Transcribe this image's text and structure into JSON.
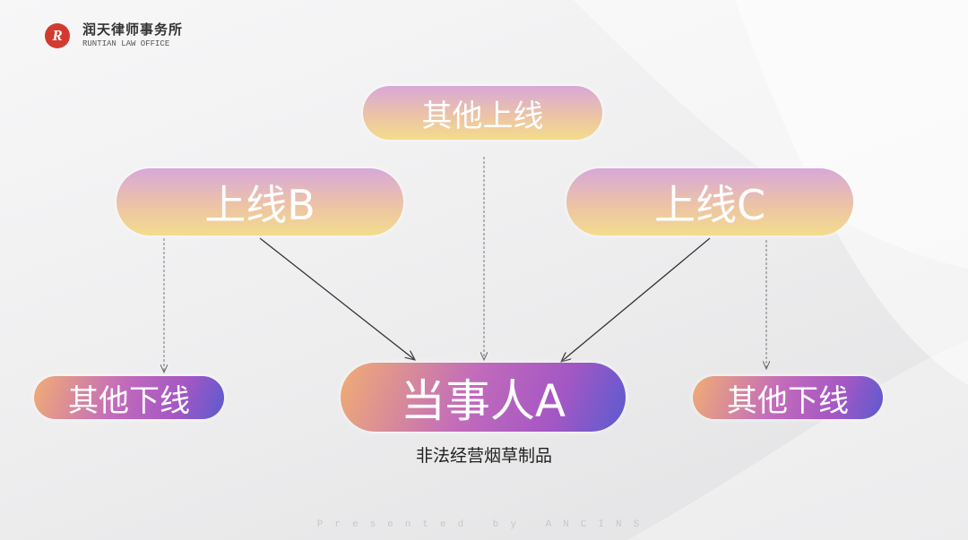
{
  "logo": {
    "name_cn": "润天律师事务所",
    "name_en": "RUNTIAN LAW OFFICE",
    "mark": "R"
  },
  "nodes": {
    "other_upline": "其他上线",
    "upline_b": "上线B",
    "upline_c": "上线C",
    "party_a": "当事人A",
    "other_downline_left": "其他下线",
    "other_downline_right": "其他下线"
  },
  "caption": "非法经营烟草制品",
  "footer": "Presented by ANCINS",
  "colors": {
    "logo_red": "#d33a2f",
    "pill_top": "#d8a8d8",
    "pill_bottom": "#f3dc8c",
    "accent_blue": "#5a5bd0",
    "accent_purple": "#a457c4"
  }
}
